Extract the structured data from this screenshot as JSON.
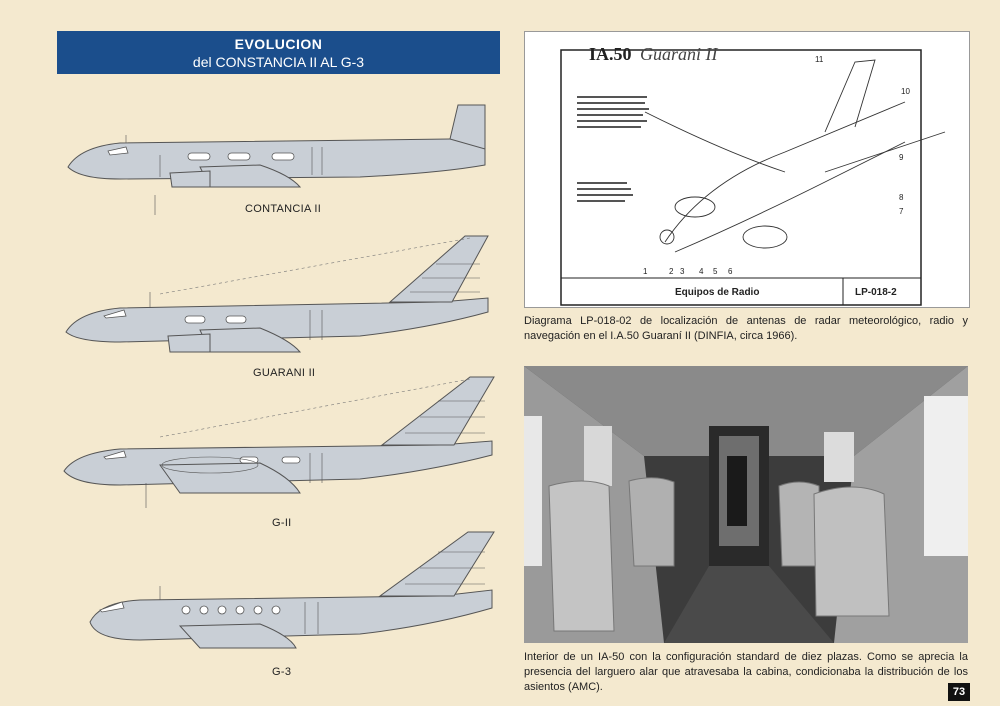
{
  "header": {
    "title_line1": "EVOLUCION",
    "title_line2": "del CONSTANCIA II AL G-3"
  },
  "aircraft": [
    {
      "label": "CONTANCIA II"
    },
    {
      "label": "GUARANI II"
    },
    {
      "label": "G-II"
    },
    {
      "label": "G-3"
    }
  ],
  "diagram": {
    "model": "IA.50",
    "name": "Guarani II",
    "footer_left": "Equipos de Radio",
    "footer_right": "LP-018-2",
    "callouts": [
      "1",
      "2",
      "3",
      "4",
      "5",
      "6",
      "7",
      "8",
      "9",
      "10",
      "11"
    ],
    "caption": "Diagrama LP-018-02 de localización de antenas de radar meteorológico, radio y navegación en el I.A.50 Guaraní II (DINFIA, circa 1966)."
  },
  "photo": {
    "caption": "Interior de un IA-50 con la configuración standard de diez plazas. Como se aprecia la presencia del larguero alar que atravesaba la cabina, condicionaba la distribución de los asientos (AMC)."
  },
  "page_number": "73",
  "colors": {
    "background": "#f4e9cf",
    "title_box": "#1b4e8c",
    "plane_fill": "#c9cfd6",
    "plane_stroke": "#555555"
  }
}
